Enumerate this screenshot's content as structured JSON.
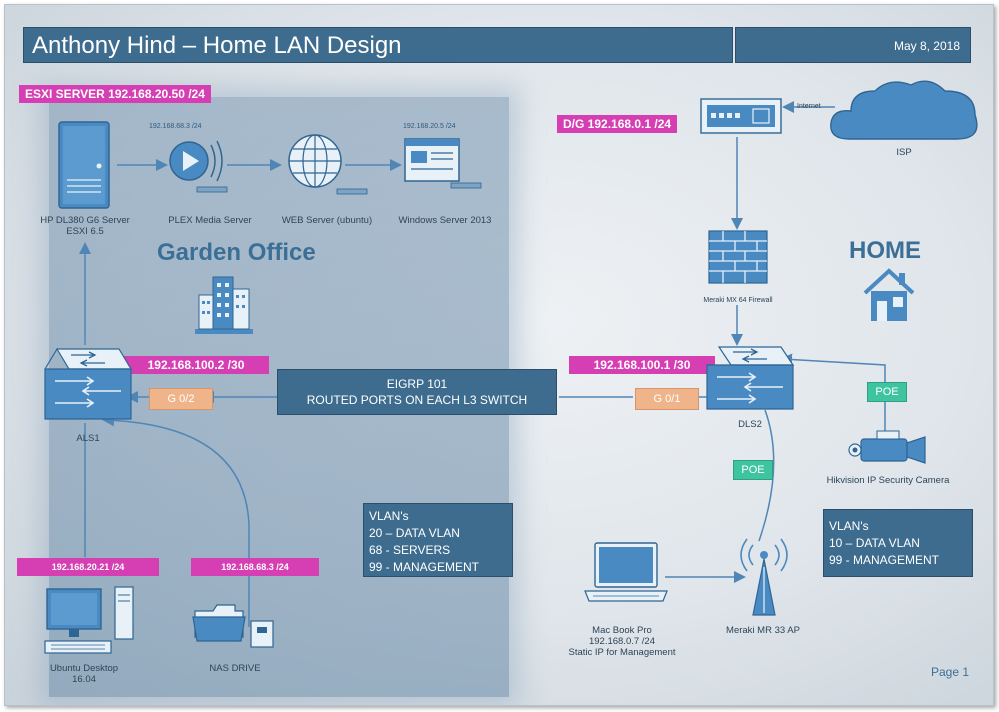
{
  "header": {
    "title": "Anthony Hind – Home LAN Design",
    "date": "May 8, 2018"
  },
  "zones": {
    "garden_office": "Garden Office",
    "home": "HOME"
  },
  "tags": {
    "esxi": "ESXI SERVER 192.168.20.50 /24",
    "dg": "D/G 192.168.0.1 /24",
    "als1_ip": "192.168.100.2 /30",
    "dls2_ip": "192.168.100.1 /30",
    "ubuntu_ip": "192.168.20.21 /24",
    "nas_ip": "192.168.68.3 /24",
    "g02": "G 0/2",
    "g01": "G 0/1",
    "poe_camera": "POE",
    "poe_ap": "POE"
  },
  "devices": {
    "hp_server": {
      "line1": "HP DL380 G6 Server",
      "line2": "ESXI 6.5"
    },
    "plex": {
      "label": "PLEX Media Server",
      "ip": "192.168.68.3 /24"
    },
    "web": {
      "label": "WEB Server (ubuntu)"
    },
    "windows": {
      "label": "Windows Server 2013",
      "ip": "192.168.20.5 /24"
    },
    "isp": {
      "label": "ISP"
    },
    "internet": {
      "label": "Internet"
    },
    "firewall": {
      "label": "Meraki MX 64 Firewall"
    },
    "als1": {
      "label": "ALS1"
    },
    "dls2": {
      "label": "DLS2"
    },
    "camera": {
      "label": "Hikvision IP Security Camera"
    },
    "ubuntu": {
      "line1": "Ubuntu Desktop",
      "line2": "16.04"
    },
    "nas": {
      "label": "NAS DRIVE"
    },
    "macbook": {
      "line1": "Mac Book Pro",
      "line2": "192.168.0.7 /24",
      "line3": "Static IP for Management"
    },
    "ap": {
      "label": "Meraki MR 33 AP"
    }
  },
  "eigrp": {
    "line1": "EIGRP 101",
    "line2": "ROUTED PORTS ON EACH L3 SWITCH"
  },
  "vlans_garden": {
    "heading": "VLAN's",
    "items": [
      "20 – DATA VLAN",
      "68 - SERVERS",
      "99 - MANAGEMENT"
    ]
  },
  "vlans_home": {
    "heading": "VLAN's",
    "items": [
      "10 – DATA VLAN",
      "99 - MANAGEMENT"
    ]
  },
  "footer": {
    "page": "Page 1"
  },
  "colors": {
    "title_bg": "#3e6c8e",
    "tag_pink": "#d63fb3",
    "tag_orange": "#f0b48a",
    "tag_poe": "#3fc4a0",
    "device_blue": "#3f7fb5",
    "link": "#4f86b5"
  }
}
